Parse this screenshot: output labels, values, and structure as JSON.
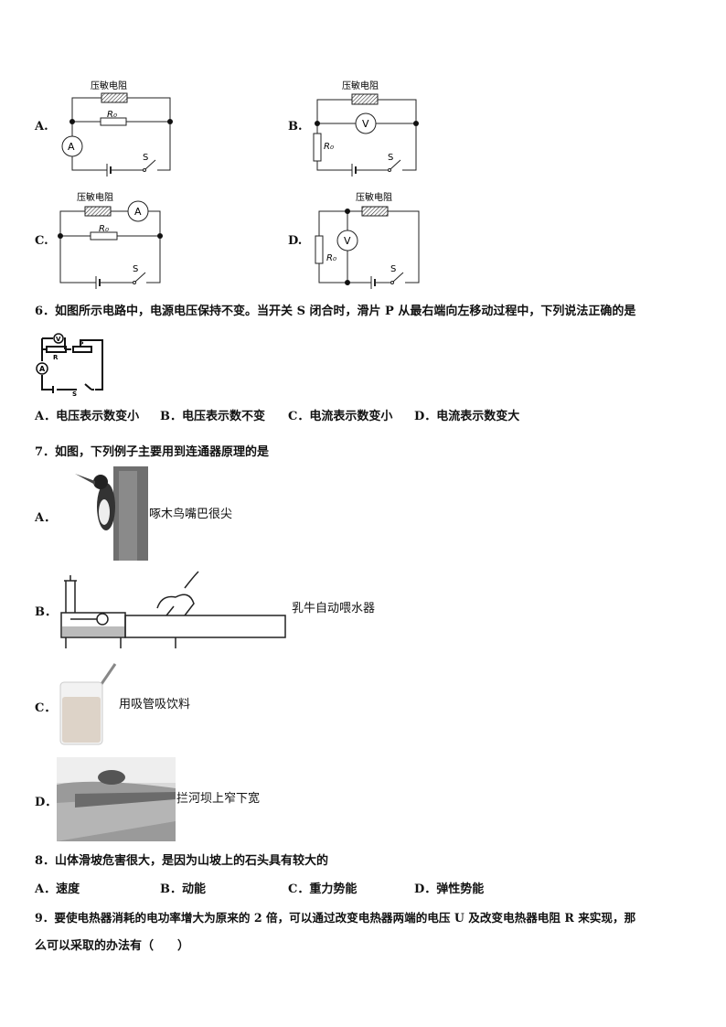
{
  "q5": {
    "options": [
      {
        "label": "A.",
        "component": "压敏电阻",
        "r0": "R₀",
        "meter": "A",
        "switch": "S"
      },
      {
        "label": "B.",
        "component": "压敏电阻",
        "r0": "R₀",
        "meter": "V",
        "switch": "S"
      },
      {
        "label": "C.",
        "component": "压敏电阻",
        "r0": "R₀",
        "meter": "A",
        "switch": "S"
      },
      {
        "label": "D.",
        "component": "压敏电阻",
        "r0": "R₀",
        "meter": "V",
        "switch": "S"
      }
    ]
  },
  "q6": {
    "stem": "6．如图所示电路中，电源电压保持不变。当开关 S 闭合时，滑片 P 从最右端向左移动过程中，下列说法正确的是",
    "figure_labels": {
      "v": "V",
      "a": "A",
      "r": "R",
      "p": "P",
      "s": "S"
    },
    "options": [
      "A．电压表示数变小",
      "B．电压表示数不变",
      "C．电流表示数变小",
      "D．电流表示数变大"
    ]
  },
  "q7": {
    "stem": "7．如图，下列例子主要用到连通器原理的是",
    "options": [
      {
        "label": "A．",
        "text": "啄木鸟嘴巴很尖"
      },
      {
        "label": "B．",
        "text": "乳牛自动喂水器"
      },
      {
        "label": "C．",
        "text": "用吸管吸饮料"
      },
      {
        "label": "D．",
        "text": "拦河坝上窄下宽"
      }
    ]
  },
  "q8": {
    "stem": "8．山体滑坡危害很大，是因为山坡上的石头具有较大的",
    "options": [
      "A．速度",
      "B．动能",
      "C．重力势能",
      "D．弹性势能"
    ]
  },
  "q9": {
    "stem_line1": "9．要使电热器消耗的电功率增大为原来的 2 倍，可以通过改变电热器两端的电压 U 及改变电热器电阻 R 来实现，那",
    "stem_line2": "么可以采取的办法有（　　）"
  }
}
